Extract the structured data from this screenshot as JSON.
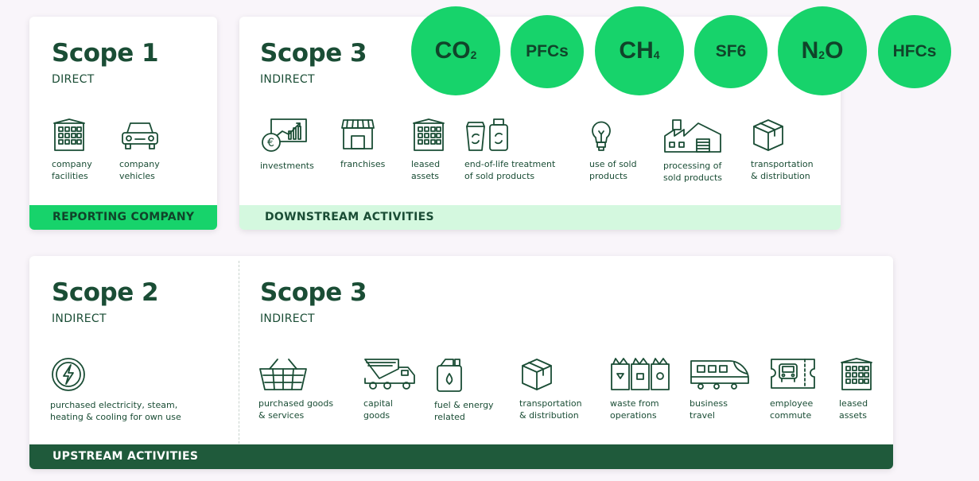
{
  "reporting": {
    "title": "Scope 1",
    "subtitle": "DIRECT",
    "items": [
      {
        "label": "company\nfacilities",
        "icon": "building-icon"
      },
      {
        "label": "company\nvehicles",
        "icon": "car-icon"
      }
    ],
    "footer": "REPORTING COMPANY"
  },
  "downstream": {
    "title": "Scope 3",
    "subtitle": "INDIRECT",
    "items": [
      {
        "label": "investments",
        "icon": "investment-chart-icon"
      },
      {
        "label": "franchises",
        "icon": "storefront-icon"
      },
      {
        "label": "leased\nassets",
        "icon": "building-icon"
      },
      {
        "label": "end-of-life treatment\nof sold products",
        "icon": "recycle-bins-icon"
      },
      {
        "label": "use of sold\nproducts",
        "icon": "lightbulb-icon"
      },
      {
        "label": "processing of\nsold products",
        "icon": "factory-icon"
      },
      {
        "label": "transportation\n& distribution",
        "icon": "box-icon"
      }
    ],
    "footer": "DOWNSTREAM ACTIVITIES"
  },
  "upstream": {
    "scope2": {
      "title": "Scope 2",
      "subtitle": "INDIRECT",
      "item": {
        "label": "purchased electricity, steam,\nheating & cooling for own use",
        "icon": "lightning-icon"
      }
    },
    "scope3": {
      "title": "Scope 3",
      "subtitle": "INDIRECT",
      "items": [
        {
          "label": "purchased goods\n& services",
          "icon": "basket-icon"
        },
        {
          "label": "capital\ngoods",
          "icon": "truck-icon"
        },
        {
          "label": "fuel & energy\nrelated",
          "icon": "fuel-can-icon"
        },
        {
          "label": "transportation\n& distribution",
          "icon": "box-icon"
        },
        {
          "label": "waste from\noperations",
          "icon": "waste-bins-icon"
        },
        {
          "label": "business\ntravel",
          "icon": "train-icon"
        },
        {
          "label": "employee\ncommute",
          "icon": "ticket-icon"
        },
        {
          "label": "leased\nassets",
          "icon": "building-icon"
        }
      ]
    },
    "footer": "UPSTREAM ACTIVITIES"
  },
  "gases": [
    {
      "base": "CO",
      "sub": "2"
    },
    {
      "base": "PFCs",
      "sub": ""
    },
    {
      "base": "CH",
      "sub": "4"
    },
    {
      "base": "SF6",
      "sub": ""
    },
    {
      "base": "N",
      "sub": "2",
      "tail": "O"
    },
    {
      "base": "HFCs",
      "sub": ""
    }
  ],
  "colors": {
    "dark_green": "#1a4d35",
    "bright_green": "#17d36b",
    "light_green": "#d4f8df",
    "footer_dark": "#1f5a3b"
  }
}
